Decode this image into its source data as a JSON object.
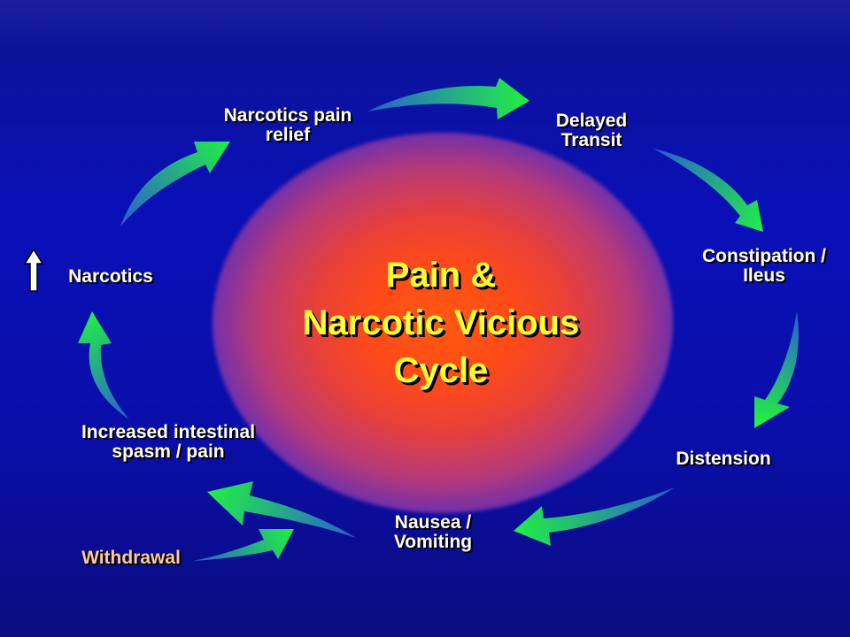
{
  "diagram": {
    "title": "Pain &\nNarcotic Vicious\nCycle",
    "nodes": {
      "narcotics_pain_relief": "Narcotics pain\nrelief",
      "delayed_transit": "Delayed\nTransit",
      "constipation_ileus": "Constipation /\nIleus",
      "distension": "Distension",
      "nausea_vomiting": "Nausea /\nVomiting",
      "increased_spasm": "Increased intestinal\nspasm / pain",
      "narcotics": "Narcotics",
      "withdrawal": "Withdrawal"
    },
    "narcotics_indicator_icon": "up-arrow-icon",
    "colors": {
      "background": "#0a10b8",
      "title": "#ffff33",
      "label": "#ffffff",
      "withdrawal": "#ffc896",
      "arrow_tip": "#22ee44",
      "center_glow": "#ff5a12"
    }
  }
}
